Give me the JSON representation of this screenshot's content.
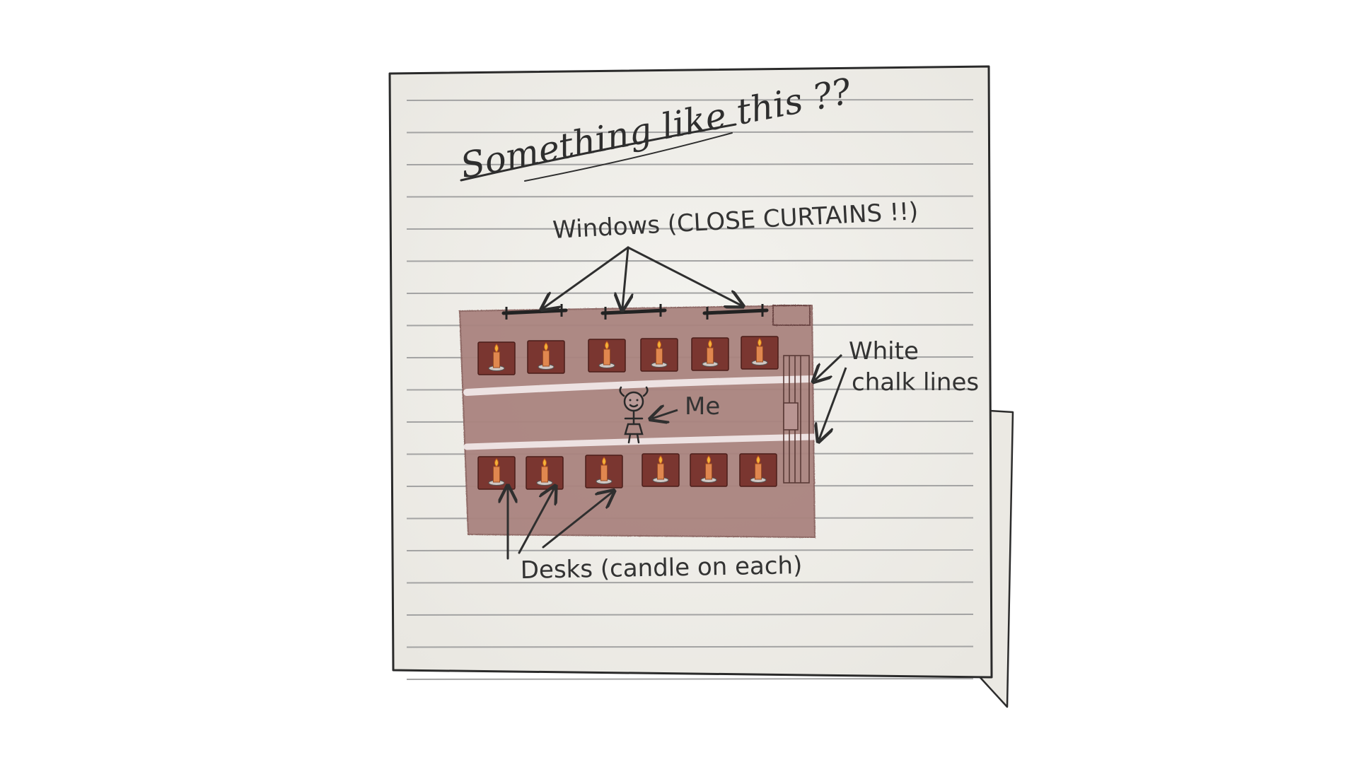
{
  "note": {
    "title": "Something like this ??",
    "labels": {
      "windows": "Windows (CLOSE CURTAINS !!)",
      "me": "Me",
      "chalk_line1": "White",
      "chalk_line2": "chalk lines",
      "desks": "Desks (candle on each)"
    }
  },
  "colors": {
    "paper": "#efeee9",
    "paper_back": "#eae8e1",
    "ruled_line": "#9c9c9c",
    "room": "#a9837f",
    "desk": "#7a3630",
    "candle": "#e0874f",
    "flame": "#f2b33a",
    "chalk": "#f4ecec",
    "ink": "#2f2f2f"
  },
  "icons": [
    "candle-icon",
    "stick-figure-icon",
    "window-curtain-rod-icon",
    "arrow-icon"
  ]
}
